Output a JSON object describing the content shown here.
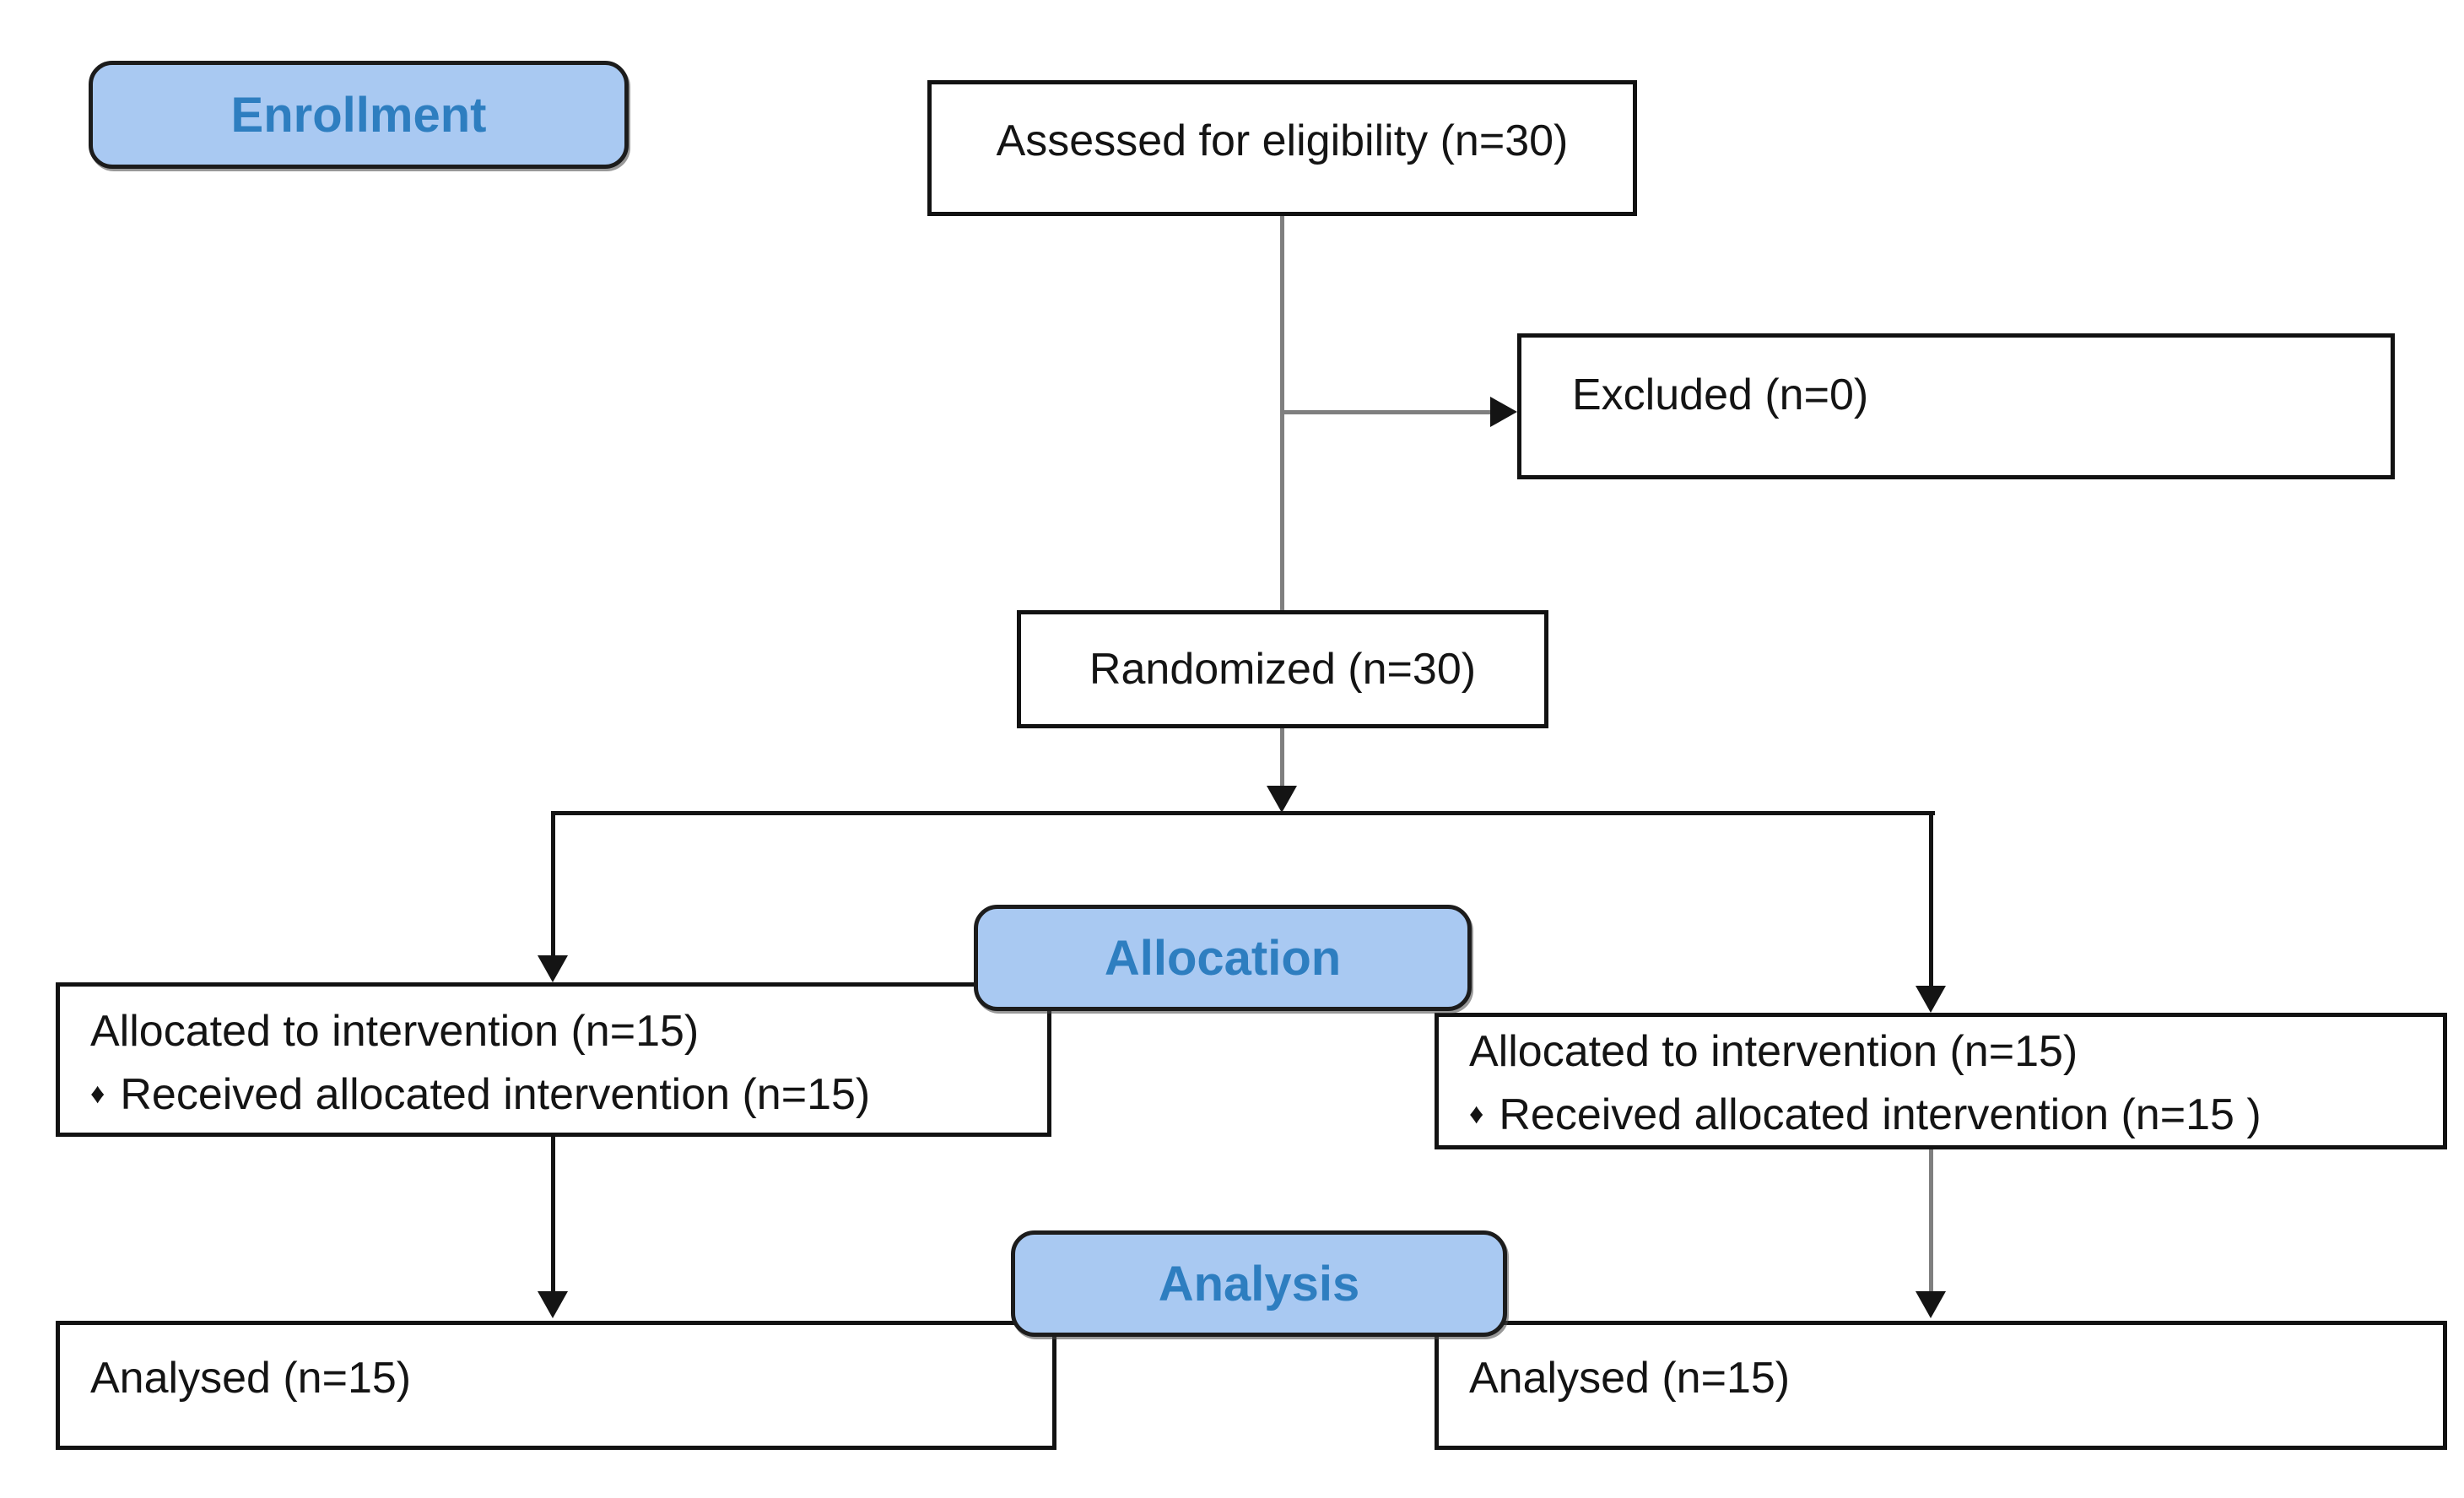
{
  "stages": {
    "enrollment": "Enrollment",
    "allocation": "Allocation",
    "analysis": "Analysis"
  },
  "boxes": {
    "assessed": "Assessed for eligibility (n=30)",
    "excluded": "Excluded (n=0)",
    "randomized": "Randomized (n=30)",
    "alloc_left": {
      "line1": "Allocated to intervention (n=15)",
      "bullet": "♦",
      "line2": "Received allocated intervention (n=15)"
    },
    "alloc_right": {
      "line1": "Allocated to intervention (n=15)",
      "bullet": "♦",
      "line2": "Received allocated intervention (n=15 )"
    },
    "analysed_left": "Analysed (n=15)",
    "analysed_right": "Analysed (n=15)"
  },
  "colors": {
    "background": "#ffffff",
    "stage_fill": "#a9c9f2",
    "stage_text": "#2e7ec0",
    "box_border": "#121212",
    "text": "#141414",
    "connector_gray": "#7f7f7f",
    "connector_black": "#141414"
  }
}
